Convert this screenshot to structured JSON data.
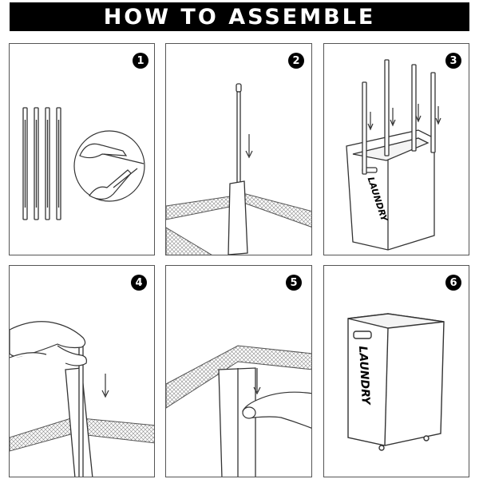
{
  "header": {
    "title": "HOW TO ASSEMBLE"
  },
  "steps": [
    {
      "number": "1"
    },
    {
      "number": "2"
    },
    {
      "number": "3",
      "label": "LAUNDRY"
    },
    {
      "number": "4"
    },
    {
      "number": "5"
    },
    {
      "number": "6",
      "label": "LAUNDRY"
    }
  ],
  "colors": {
    "title_bg": "#000000",
    "title_text": "#ffffff",
    "line": "#333333",
    "mesh": "#9a9a9a"
  },
  "icons": [
    "rod-icon",
    "hand-icon",
    "arrow-down-icon",
    "hamper-icon",
    "mesh-frame-icon"
  ]
}
